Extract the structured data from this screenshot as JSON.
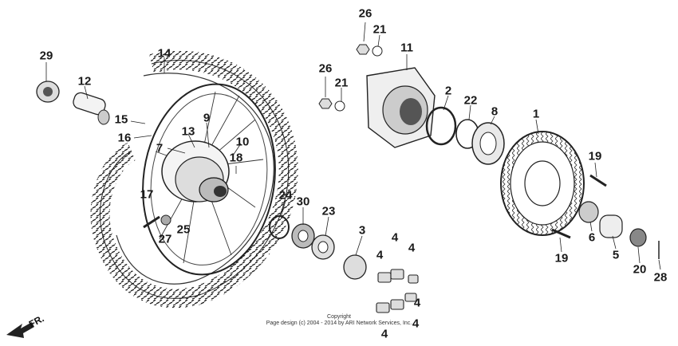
{
  "callouts": [
    {
      "id": "c29",
      "text": "29"
    },
    {
      "id": "c12",
      "text": "12"
    },
    {
      "id": "c14",
      "text": "14"
    },
    {
      "id": "c15",
      "text": "15"
    },
    {
      "id": "c16",
      "text": "16"
    },
    {
      "id": "c13",
      "text": "13"
    },
    {
      "id": "c9",
      "text": "9"
    },
    {
      "id": "c7",
      "text": "7"
    },
    {
      "id": "c10",
      "text": "10"
    },
    {
      "id": "c18",
      "text": "18"
    },
    {
      "id": "c17",
      "text": "17"
    },
    {
      "id": "c27",
      "text": "27"
    },
    {
      "id": "c25",
      "text": "25"
    },
    {
      "id": "c26a",
      "text": "26"
    },
    {
      "id": "c21a",
      "text": "21"
    },
    {
      "id": "c11",
      "text": "11"
    },
    {
      "id": "c26b",
      "text": "26"
    },
    {
      "id": "c21b",
      "text": "21"
    },
    {
      "id": "c2",
      "text": "2"
    },
    {
      "id": "c22",
      "text": "22"
    },
    {
      "id": "c8",
      "text": "8"
    },
    {
      "id": "c1",
      "text": "1"
    },
    {
      "id": "c19a",
      "text": "19"
    },
    {
      "id": "c19b",
      "text": "19"
    },
    {
      "id": "c24",
      "text": "24"
    },
    {
      "id": "c30",
      "text": "30"
    },
    {
      "id": "c23",
      "text": "23"
    },
    {
      "id": "c3",
      "text": "3"
    },
    {
      "id": "c4a",
      "text": "4"
    },
    {
      "id": "c4b",
      "text": "4"
    },
    {
      "id": "c4c",
      "text": "4"
    },
    {
      "id": "c4d",
      "text": "4"
    },
    {
      "id": "c4e",
      "text": "4"
    },
    {
      "id": "c4f",
      "text": "4"
    },
    {
      "id": "c6",
      "text": "6"
    },
    {
      "id": "c5",
      "text": "5"
    },
    {
      "id": "c20",
      "text": "20"
    },
    {
      "id": "c28",
      "text": "28"
    }
  ],
  "direction_label": "FR.",
  "copyright": {
    "line1": "Copyright",
    "line2": "Page design (c) 2004 - 2014 by ARI Network Services, Inc."
  }
}
